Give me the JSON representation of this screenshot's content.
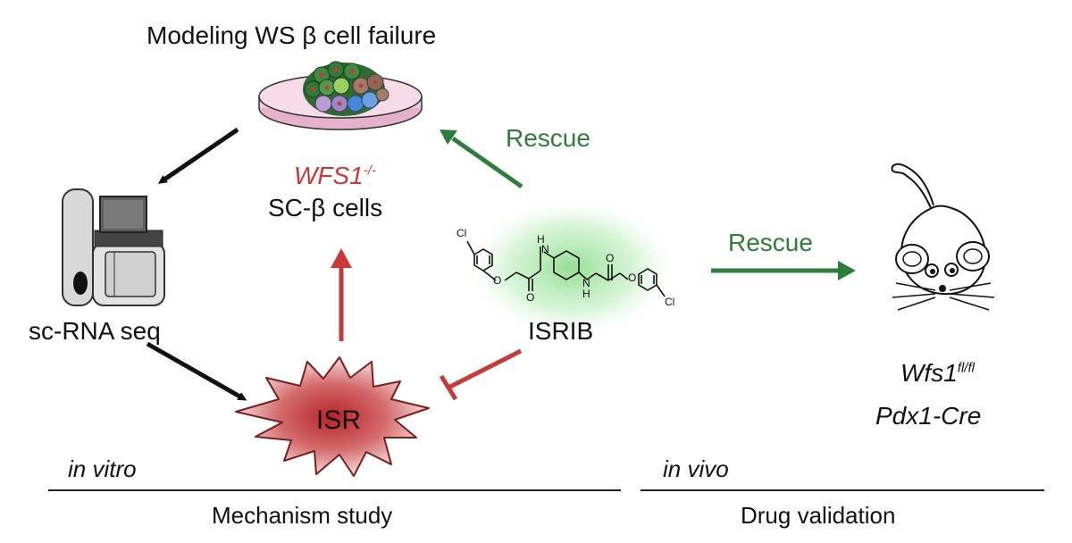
{
  "title": "Modeling WS β cell failure",
  "cells": {
    "gene": "WFS1",
    "gene_sup": "-/-",
    "line2": "SC-β cells"
  },
  "sequencing": {
    "label": "sc-RNA seq"
  },
  "stress": {
    "label": "ISR"
  },
  "drug": {
    "label": "ISRIB",
    "atoms": {
      "cl": "Cl",
      "o": "O",
      "nh": "N",
      "h": "H"
    }
  },
  "rescue_in_vitro": "Rescue",
  "rescue_in_vivo": "Rescue",
  "mouse": {
    "gene": "Wfs1",
    "gene_sup": "fl/fl",
    "driver": "Pdx1-Cre"
  },
  "sections": {
    "left_tag": "in vitro",
    "left_caption": "Mechanism study",
    "right_tag": "in vivo",
    "right_caption": "Drug validation"
  },
  "colors": {
    "rescue_green": "#2e7d3a",
    "isr_red": "#c73a3a",
    "arrow_black": "#111111",
    "dish_pink": "#f3c9dc"
  }
}
